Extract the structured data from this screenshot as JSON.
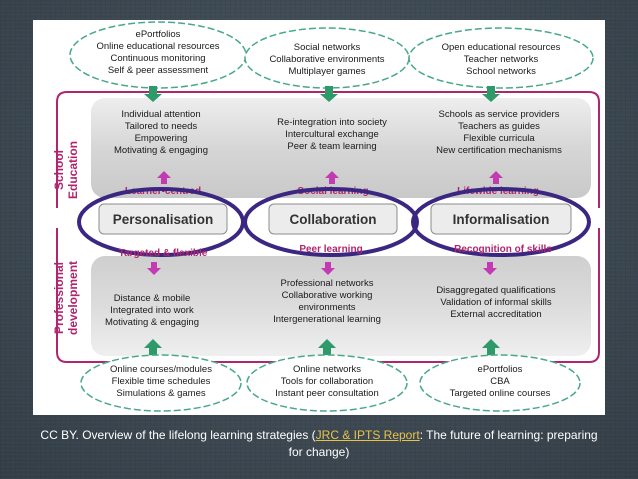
{
  "side_labels": {
    "school": [
      "School",
      "Education"
    ],
    "professional": [
      "Professional",
      "development"
    ]
  },
  "top_clouds": [
    [
      "ePortfolios",
      "Online educational resources",
      "Continuous monitoring",
      "Self & peer assessment"
    ],
    [
      "Social networks",
      "Collaborative environments",
      "Multiplayer games"
    ],
    [
      "Open educational resources",
      "Teacher networks",
      "School networks"
    ]
  ],
  "school_items": [
    [
      "Individual attention",
      "Tailored to needs",
      "Empowering",
      "Motivating & engaging"
    ],
    [
      "Re-integration into society",
      "Intercultural exchange",
      "Peer & team learning"
    ],
    [
      "Schools as service providers",
      "Teachers as guides",
      "Flexible curricula",
      "New certification mechanisms"
    ]
  ],
  "school_tags": [
    "Learner-centred",
    "Social learning",
    "Lifewide learning"
  ],
  "strategies": [
    "Personalisation",
    "Collaboration",
    "Informalisation"
  ],
  "professional_tags": [
    "Targeted & flexible",
    "Peer learning",
    "Recognition of skills"
  ],
  "professional_items": [
    [
      "Distance & mobile",
      "Integrated into work",
      "Motivating & engaging"
    ],
    [
      "Professional networks",
      "Collaborative working",
      "environments",
      "Intergenerational learning"
    ],
    [
      "Disaggregated qualifications",
      "Validation of informal skills",
      "External accreditation"
    ]
  ],
  "bottom_clouds": [
    [
      "Online courses/modules",
      "Flexible time schedules",
      "Simulations & games"
    ],
    [
      "Online networks",
      "Tools for collaboration",
      "Instant peer consultation"
    ],
    [
      "ePortfolios",
      "CBA",
      "Targeted online courses"
    ]
  ],
  "colors": {
    "magenta": "#b0266e",
    "green_arrow": "#2e9a6a",
    "purple_arrow": "#c33bb3",
    "cloud_stroke": "#49a88a",
    "ellipse": "#3b2782",
    "band": "#d9d9d9",
    "link": "#e8c24a"
  },
  "caption": {
    "prefix": "CC BY. Overview of the lifelong learning strategies (",
    "link_text": "JRC & IPTS Report",
    "suffix": ": The future of learning: preparing for change)"
  }
}
